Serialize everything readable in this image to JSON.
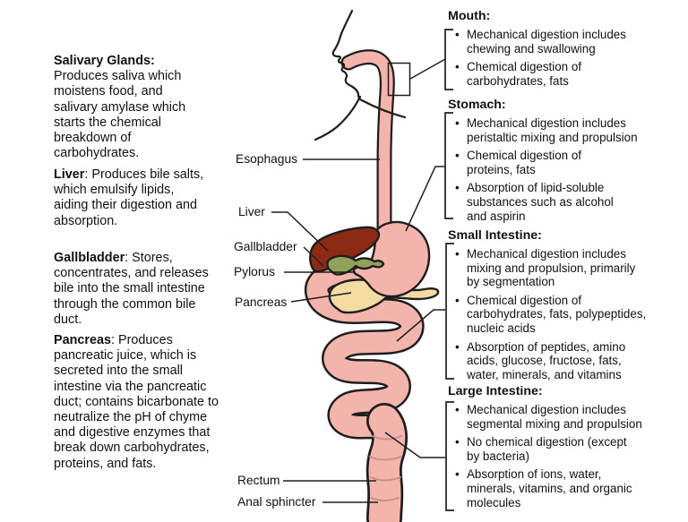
{
  "figure": {
    "description": "Human digestive system diagram",
    "colors": {
      "tract_pink": "#F2B4AB",
      "liver_red": "#8C2A13",
      "gallbladder_green": "#90A159",
      "pancreas_yellow": "#F3DBA2",
      "outline": "#1E1E1E"
    }
  },
  "left_notes": [
    {
      "term": "Salivary Glands:",
      "rest": "\nProduces saliva which\nmoistens food, and\nsalivary amylase which\nstarts the chemical\nbreakdown of\ncarbohydrates."
    },
    {
      "term": "Liver",
      "rest": ": Produces bile salts,\nwhich emulsify lipids,\naiding their digestion and\nabsorption."
    },
    {
      "term": "Gallbladder",
      "rest": ": Stores,\nconcentrates, and releases\nbile into the small intestine\nthrough the common bile\nduct."
    },
    {
      "term": "Pancreas",
      "rest": ": Produces\npancreatic juice, which is\nsecreted into the small\nintestine via the pancreatic\nduct; contains bicarbonate to\nneutralize the pH of chyme\nand digestive enzymes that\nbreak down carbohydrates,\nproteins, and fats."
    }
  ],
  "organ_labels": [
    {
      "label": "Esophagus"
    },
    {
      "label": "Liver"
    },
    {
      "label": "Gallbladder"
    },
    {
      "label": "Pylorus"
    },
    {
      "label": "Pancreas"
    },
    {
      "label": "Rectum"
    },
    {
      "label": "Anal sphincter"
    }
  ],
  "right_sections": [
    {
      "heading": "Mouth:",
      "bullets": [
        "Mechanical digestion includes\nchewing and swallowing",
        "Chemical digestion of\ncarbohydrates, fats"
      ]
    },
    {
      "heading": "Stomach:",
      "bullets": [
        "Mechanical digestion includes\nperistaltic mixing and propulsion",
        "Chemical digestion of\nproteins, fats",
        "Absorption of lipid-soluble\nsubstances such as alcohol\nand aspirin"
      ]
    },
    {
      "heading": "Small Intestine:",
      "bullets": [
        "Mechanical digestion includes\nmixing and propulsion, primarily\nby segmentation",
        "Chemical digestion of\ncarbohydrates, fats, polypeptides,\nnucleic acids",
        "Absorption of peptides, amino\nacids, glucose, fructose, fats,\nwater, minerals, and vitamins"
      ]
    },
    {
      "heading": "Large Intestine:",
      "bullets": [
        "Mechanical digestion includes\nsegmental mixing and propulsion",
        "No chemical digestion (except\nby bacteria)",
        "Absorption of ions, water,\nminerals, vitamins, and organic\nmolecules"
      ]
    }
  ]
}
